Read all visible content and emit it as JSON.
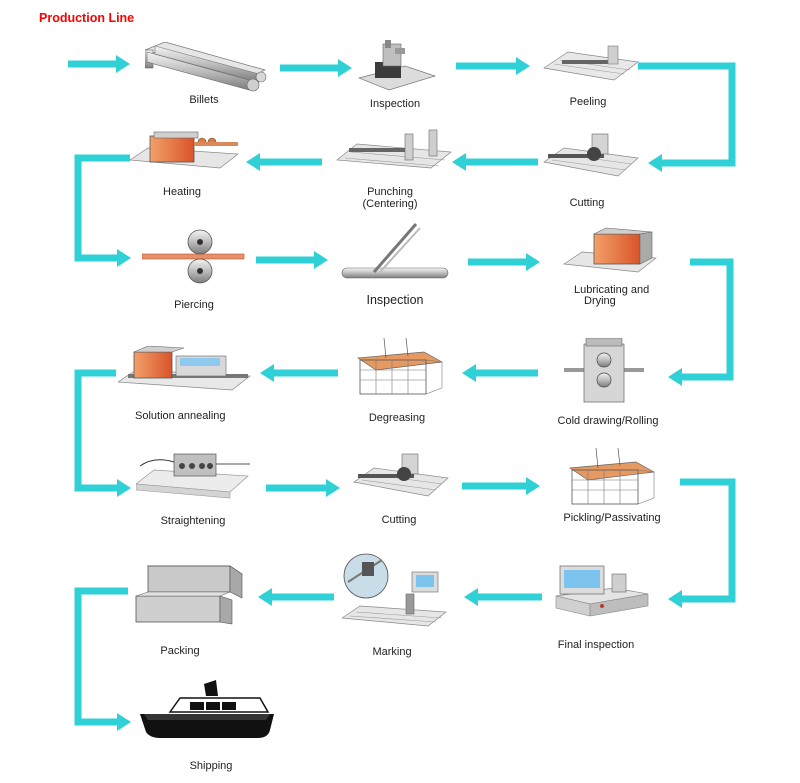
{
  "title": "Production Line",
  "arrow_color": "#2fd0d6",
  "accent_color": "#e06a2a",
  "steps": [
    {
      "label": "Billets",
      "icon": "billets-icon"
    },
    {
      "label": "Inspection",
      "icon": "inspection-machine-icon"
    },
    {
      "label": "Peeling",
      "icon": "peeling-icon"
    },
    {
      "label": "Cutting",
      "icon": "cutting-icon"
    },
    {
      "label": "Punching",
      "label2": "(Centering)",
      "icon": "punching-icon"
    },
    {
      "label": "Heating",
      "icon": "heating-furnace-icon"
    },
    {
      "label": "Piercing",
      "icon": "piercing-rolls-icon"
    },
    {
      "label": "Inspection",
      "icon": "pipe-inspection-icon"
    },
    {
      "label": "Lubricating and",
      "label2": "Drying",
      "icon": "lubricating-icon"
    },
    {
      "label": "Cold drawing/Rolling",
      "icon": "cold-drawing-icon"
    },
    {
      "label": "Degreasing",
      "icon": "degreasing-tank-icon"
    },
    {
      "label": "Solution annealing",
      "icon": "annealing-furnace-icon"
    },
    {
      "label": "Straightening",
      "icon": "straightening-icon"
    },
    {
      "label": "Cutting",
      "icon": "cutting-icon"
    },
    {
      "label": "Pickling/Passivating",
      "icon": "pickling-tank-icon"
    },
    {
      "label": "Final inspection",
      "icon": "inspection-console-icon"
    },
    {
      "label": "Marking",
      "icon": "marking-machine-icon"
    },
    {
      "label": "Packing",
      "icon": "packing-boxes-icon"
    },
    {
      "label": "Shipping",
      "icon": "ship-icon"
    }
  ]
}
